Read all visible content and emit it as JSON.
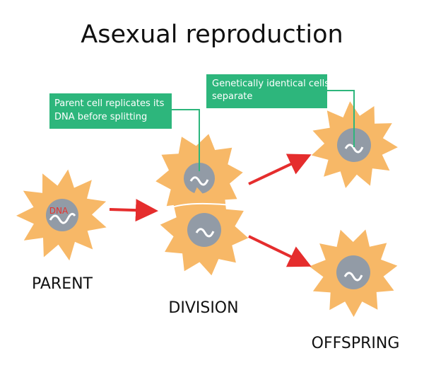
{
  "title": "Asexual reproduction",
  "callouts": {
    "replicate": "Parent cell replicates its DNA before splitting",
    "separate": "Genetically identical cells separate"
  },
  "cell_labels": {
    "parent": "PARENT",
    "division": "DIVISION",
    "offspring": "OFFSPRING"
  },
  "dna_label": "DNA",
  "colors": {
    "cell_fill": "#F7B867",
    "nucleus_fill": "#929BA6",
    "dna_strand": "#FFFFFF",
    "dna_label": "#E5322D",
    "arrow": "#E52D2D",
    "callout_fill": "#2DB67C",
    "callout_text": "#FFFFFF",
    "text": "#111111"
  }
}
